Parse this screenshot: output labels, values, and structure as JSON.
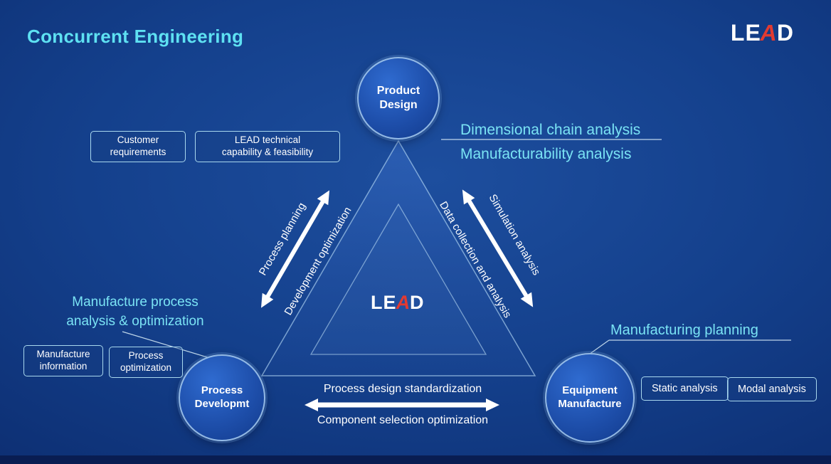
{
  "title": "Concurrent Engineering",
  "logo": {
    "le": "LE",
    "a": "A",
    "d": "D"
  },
  "colors": {
    "background_blue": "#0d2f73",
    "accent_cyan": "#5ee1f2",
    "logo_red": "#e23a31",
    "box_border": "#a9d8ee",
    "arrow_white": "#ffffff"
  },
  "nodes": {
    "product": {
      "line1": "Product",
      "line2": "Design"
    },
    "process": {
      "line1": "Process",
      "line2": "Developmt"
    },
    "equipment": {
      "line1": "Equipment",
      "line2": "Manufacture"
    }
  },
  "callouts": {
    "product_line1": "Dimensional chain analysis",
    "product_line2": "Manufacturability analysis",
    "process_line1": "Manufacture process",
    "process_line2": "analysis & optimization",
    "equipment_line1": "Manufacturing planning"
  },
  "boxes": {
    "customer": {
      "line1": "Customer",
      "line2": "requirements"
    },
    "lead_technical": {
      "line1": "LEAD technical",
      "line2": "capability & feasibility"
    },
    "manufacture_info": {
      "line1": "Manufacture",
      "line2": "information"
    },
    "process_opt": {
      "line1": "Process",
      "line2": "optimization"
    },
    "static_analysis": {
      "label": "Static analysis"
    },
    "modal_analysis": {
      "label": "Modal analysis"
    }
  },
  "edges": {
    "left_outer": "Process planning",
    "left_inner": "Development optimization",
    "right_outer": "Simulation analysis",
    "right_inner": "Data collection and analysis",
    "bottom_upper": "Process design standardization",
    "bottom_lower": "Component selection optimization"
  }
}
